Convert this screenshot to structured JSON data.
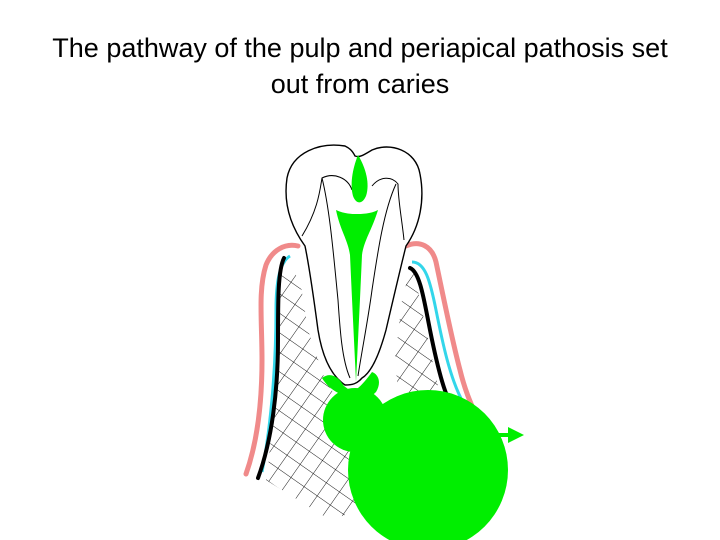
{
  "slide": {
    "title_line1": "The pathway of the pulp and periapical pathosis set",
    "title_line2": "out from caries"
  },
  "colors": {
    "background": "#ffffff",
    "outline": "#000000",
    "gingiva": "#f08a8a",
    "periodontal_ligament": "#33d6ea",
    "pulp_and_pathosis": "#00ee00"
  },
  "icons": {
    "tooth": "tooth-icon",
    "bone": "alveolar-bone-hatch",
    "spread": "arrow-right-icon"
  }
}
